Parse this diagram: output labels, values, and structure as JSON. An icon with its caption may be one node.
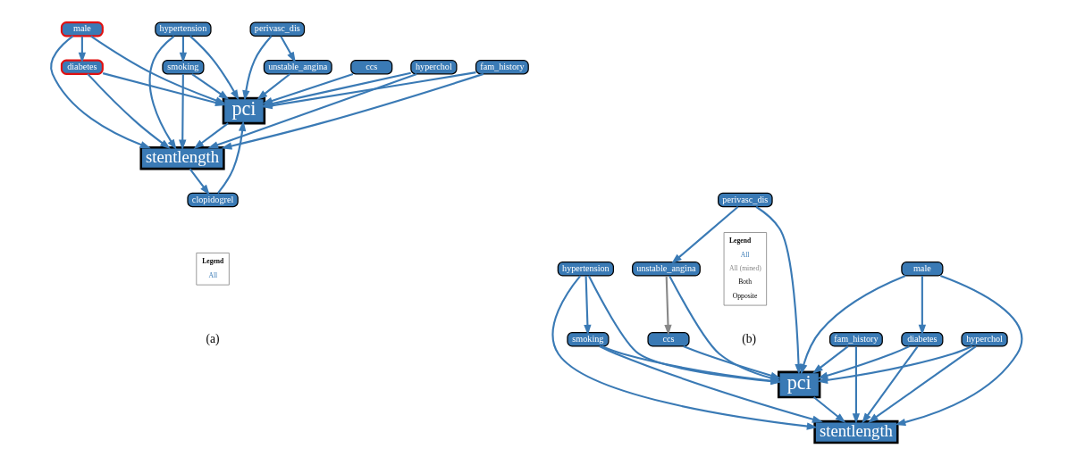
{
  "diagram": {
    "nodes": [
      {
        "text": [
          "ccs"
        ]
      },
      {
        "text": [
          "fam_history"
        ]
      },
      {
        "text": [
          "hyperchol"
        ]
      },
      {
        "text": [
          "unstable_angina"
        ]
      },
      {
        "text": [
          "smoking"
        ]
      },
      {
        "text": [
          "pci"
        ]
      },
      {
        "text": [
          "perivasc_dis"
        ]
      },
      {
        "text": [
          "hypertension"
        ]
      },
      {
        "text": [
          "diabetes"
        ]
      },
      {
        "text": [
          "stentlength"
        ]
      },
      {
        "text": [
          "male"
        ]
      },
      {
        "text": [
          "clopidogrel"
        ]
      },
      {
        "text": [
          "hyperchol"
        ]
      },
      {
        "text": [
          "male"
        ]
      },
      {
        "text": [
          "stentlength"
        ]
      },
      {
        "text": [
          "diabetes"
        ]
      },
      {
        "text": [
          "fam_history"
        ]
      },
      {
        "text": [
          "pci"
        ]
      },
      {
        "text": [
          "hypertension"
        ]
      },
      {
        "text": [
          "unstable_angina"
        ]
      },
      {
        "text": [
          "smoking"
        ]
      },
      {
        "text": [
          "ccs"
        ]
      },
      {
        "text": [
          "perivasc_dis"
        ]
      }
    ],
    "edges": [
      {
        "from": 0,
        "to": 5,
        "arrow": "to"
      },
      {
        "from": 1,
        "to": 5,
        "arrow": "to"
      },
      {
        "from": 1,
        "to": 9,
        "arrow": "to"
      },
      {
        "from": 2,
        "to": 5,
        "arrow": "to"
      },
      {
        "from": 2,
        "to": 9,
        "arrow": "to"
      },
      {
        "from": 3,
        "to": 5,
        "arrow": "to"
      },
      {
        "from": 4,
        "to": 5,
        "arrow": "to"
      },
      {
        "from": 4,
        "to": 9,
        "arrow": "to"
      },
      {
        "from": 7,
        "to": 5,
        "arrow": "to"
      },
      {
        "from": 7,
        "to": 4,
        "arrow": "to"
      },
      {
        "from": 7,
        "to": 9,
        "arrow": "to"
      },
      {
        "from": 6,
        "to": 5,
        "arrow": "to"
      },
      {
        "from": 6,
        "to": 3,
        "arrow": "to"
      },
      {
        "from": 5,
        "to": 9,
        "arrow": "to"
      },
      {
        "from": 8,
        "to": 5,
        "arrow": "to"
      },
      {
        "from": 8,
        "to": 9,
        "arrow": "to"
      },
      {
        "from": 10,
        "to": 8,
        "arrow": "to"
      },
      {
        "from": 10,
        "to": 5,
        "arrow": "to"
      },
      {
        "from": 10,
        "to": 9,
        "arrow": "to"
      },
      {
        "from": 11,
        "to": 5,
        "arrow": "to"
      },
      {
        "from": 9,
        "to": 11,
        "arrow": "to"
      },
      {
        "from": 12,
        "to": 14,
        "arrow": "to"
      },
      {
        "from": 12,
        "to": 17,
        "arrow": "to"
      },
      {
        "from": 13,
        "to": 14,
        "arrow": "to"
      },
      {
        "from": 13,
        "to": 15,
        "arrow": "to"
      },
      {
        "from": 13,
        "to": 17,
        "arrow": "to"
      },
      {
        "from": 15,
        "to": 14,
        "arrow": "to"
      },
      {
        "from": 15,
        "to": 17,
        "arrow": "to"
      },
      {
        "from": 16,
        "to": 14,
        "arrow": "to"
      },
      {
        "from": 16,
        "to": 17,
        "arrow": "to"
      },
      {
        "from": 19,
        "to": 17,
        "arrow": "to"
      },
      {
        "from": 19,
        "to": 21,
        "arrow": "to",
        "color": "#888888"
      },
      {
        "from": 21,
        "to": 17,
        "arrow": "to"
      },
      {
        "from": 22,
        "to": 19,
        "arrow": "to"
      },
      {
        "from": 22,
        "to": 17,
        "arrow": "to"
      },
      {
        "from": 17,
        "to": 14,
        "arrow": "to"
      },
      {
        "from": 20,
        "to": 14,
        "arrow": "to"
      },
      {
        "from": 20,
        "to": 17,
        "arrow": "to"
      },
      {
        "from": 18,
        "to": 17,
        "arrow": "to"
      },
      {
        "from": 18,
        "to": 14,
        "arrow": "to"
      },
      {
        "from": 18,
        "to": 20,
        "arrow": "to"
      }
    ],
    "labels": [
      "Legend",
      "Legend",
      "(a)",
      "(b)"
    ],
    "legend": [
      {
        "text": "All"
      },
      {
        "text": "All"
      },
      {
        "text": "All (mined)"
      },
      {
        "text": "Both"
      },
      {
        "text": "Opposite"
      }
    ]
  }
}
